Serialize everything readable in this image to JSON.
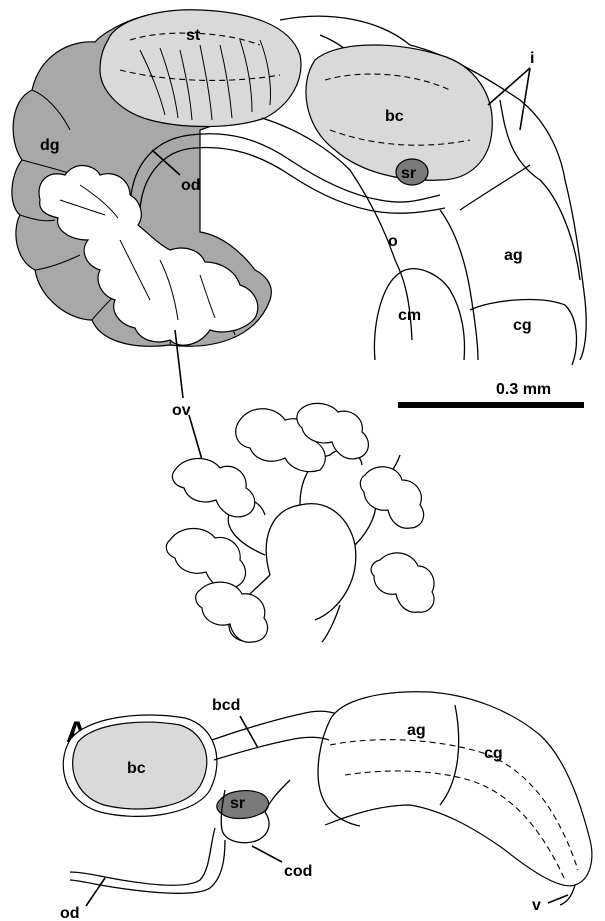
{
  "top_labels": {
    "st": "st",
    "dg": "dg",
    "od": "od",
    "bc": "bc",
    "sr": "sr",
    "i": "i",
    "o": "o",
    "ag": "ag",
    "cm": "cm",
    "cg": "cg",
    "ov": "ov"
  },
  "scale_bar": {
    "label": "0.3 mm"
  },
  "panel_a": {
    "panel_letter": "A",
    "bcd": "bcd",
    "bc": "bc",
    "sr": "sr",
    "ag": "ag",
    "cg": "cg",
    "cod": "cod",
    "od": "od",
    "v": "v"
  }
}
